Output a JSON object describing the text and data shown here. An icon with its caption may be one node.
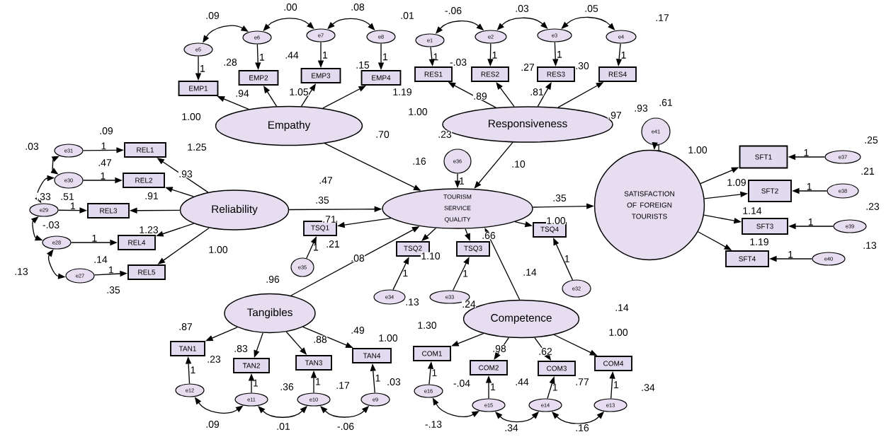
{
  "diagram": {
    "nodes": [
      {
        "text": [
          "Empathy"
        ],
        "beside": [
          ".70"
        ]
      },
      {
        "text": [
          "Responsiveness"
        ],
        "beside": [
          ".97"
        ]
      },
      {
        "text": [
          "Reliability"
        ],
        "beside": [
          ".47"
        ]
      },
      {
        "text": [
          "TOURISM SERVICE QUALITY"
        ]
      },
      {
        "text": [
          "Tangibles"
        ],
        "beside": [
          ".96"
        ]
      },
      {
        "text": [
          "Competence"
        ],
        "beside": [
          ".14"
        ]
      },
      {
        "text": [
          "SATISFACTION OF FOREIGN TOURISTS"
        ]
      },
      {
        "text": [
          "EMP1"
        ]
      },
      {
        "text": [
          "EMP2"
        ]
      },
      {
        "text": [
          "EMP3"
        ]
      },
      {
        "text": [
          "EMP4"
        ]
      },
      {
        "text": [
          "RES1"
        ]
      },
      {
        "text": [
          "RES2"
        ]
      },
      {
        "text": [
          "RES3"
        ]
      },
      {
        "text": [
          "RES4"
        ]
      },
      {
        "text": [
          "REL1"
        ]
      },
      {
        "text": [
          "REL2"
        ]
      },
      {
        "text": [
          "REL3"
        ]
      },
      {
        "text": [
          "REL4"
        ]
      },
      {
        "text": [
          "REL5"
        ]
      },
      {
        "text": [
          "TSQ1"
        ]
      },
      {
        "text": [
          "TSQ2"
        ]
      },
      {
        "text": [
          "TSQ3"
        ]
      },
      {
        "text": [
          "TSQ4"
        ]
      },
      {
        "text": [
          "TAN1"
        ]
      },
      {
        "text": [
          "TAN2"
        ]
      },
      {
        "text": [
          "TAN3"
        ]
      },
      {
        "text": [
          "TAN4"
        ]
      },
      {
        "text": [
          "COM1"
        ]
      },
      {
        "text": [
          "COM2"
        ]
      },
      {
        "text": [
          "COM3"
        ]
      },
      {
        "text": [
          "COM4"
        ]
      },
      {
        "text": [
          "SFT1"
        ]
      },
      {
        "text": [
          "SFT2"
        ]
      },
      {
        "text": [
          "SFT3"
        ]
      },
      {
        "text": [
          "SFT4"
        ]
      },
      {
        "text": [
          "e1"
        ]
      },
      {
        "text": [
          "e2"
        ]
      },
      {
        "text": [
          "e3"
        ]
      },
      {
        "text": [
          "e4"
        ],
        "beside": [
          ".17"
        ]
      },
      {
        "text": [
          "e5"
        ]
      },
      {
        "text": [
          "e6"
        ],
        "beside": [
          ".44"
        ]
      },
      {
        "text": [
          "e7"
        ]
      },
      {
        "text": [
          "e8"
        ],
        "beside": [
          ".01"
        ]
      },
      {
        "text": [
          "e31"
        ],
        "beside": [
          ".09"
        ]
      },
      {
        "text": [
          "e30"
        ],
        "beside": [
          ".47"
        ]
      },
      {
        "text": [
          "e29"
        ],
        "beside": [
          ".33"
        ]
      },
      {
        "text": [
          "e28"
        ],
        "beside": [
          "-.03"
        ]
      },
      {
        "text": [
          "e27"
        ],
        "beside": [
          ".14"
        ]
      },
      {
        "text": [
          "e35"
        ]
      },
      {
        "text": [
          "e36"
        ]
      },
      {
        "text": [
          "e34"
        ],
        "beside": [
          ".13"
        ]
      },
      {
        "text": [
          "e33"
        ],
        "beside": [
          ".24"
        ]
      },
      {
        "text": [
          "e32"
        ]
      },
      {
        "text": [
          "e41"
        ],
        "beside": [
          ".61"
        ]
      },
      {
        "text": [
          "e37"
        ],
        "beside": [
          ".25"
        ]
      },
      {
        "text": [
          "e38"
        ],
        "beside": [
          ".21"
        ]
      },
      {
        "text": [
          "e39"
        ],
        "beside": [
          ".23"
        ]
      },
      {
        "text": [
          "e40"
        ]
      },
      {
        "text": [
          "e12"
        ]
      },
      {
        "text": [
          "e11"
        ]
      },
      {
        "text": [
          "e10"
        ],
        "beside": [
          ".17"
        ]
      },
      {
        "text": [
          "e9"
        ],
        "beside": [
          ".03"
        ]
      },
      {
        "text": [
          "e16"
        ],
        "beside": [
          "-.04"
        ]
      },
      {
        "text": [
          "e15"
        ]
      },
      {
        "text": [
          "e14"
        ]
      },
      {
        "text": [
          "e13"
        ],
        "beside": [
          ".34"
        ]
      }
    ],
    "edges": [
      {
        "from": 0,
        "to": 3,
        "arrow": "to",
        "label": ".16"
      },
      {
        "from": 2,
        "to": 3,
        "arrow": "to",
        "label": ".35"
      },
      {
        "from": 1,
        "to": 3,
        "arrow": "to",
        "label": ".10"
      },
      {
        "from": 4,
        "to": 3,
        "arrow": "to",
        "label": ".08"
      },
      {
        "from": 5,
        "to": 3,
        "arrow": "to",
        "label": ".14"
      },
      {
        "from": 3,
        "to": 6,
        "arrow": "to",
        "label": ".35"
      },
      {
        "from": 0,
        "to": 7,
        "arrow": "to",
        "label": "1.00"
      },
      {
        "from": 0,
        "to": 8,
        "arrow": "to",
        "label": ".94"
      },
      {
        "from": 0,
        "to": 9,
        "arrow": "to",
        "label": "1.05"
      },
      {
        "from": 0,
        "to": 10,
        "arrow": "to",
        "label": "1.19"
      },
      {
        "from": 1,
        "to": 11,
        "arrow": "to",
        "label": "1.00"
      },
      {
        "from": 1,
        "to": 12,
        "arrow": "to",
        "label": ".89"
      },
      {
        "from": 1,
        "to": 13,
        "arrow": "to",
        "label": ".81"
      },
      {
        "from": 1,
        "to": 14,
        "arrow": "to",
        "label": ".93"
      },
      {
        "from": 2,
        "to": 15,
        "arrow": "to",
        "label": "1.25"
      },
      {
        "from": 2,
        "to": 16,
        "arrow": "to",
        "label": ".93"
      },
      {
        "from": 2,
        "to": 17,
        "arrow": "to",
        "label": ".91"
      },
      {
        "from": 2,
        "to": 18,
        "arrow": "to",
        "label": "1.23"
      },
      {
        "from": 2,
        "to": 19,
        "arrow": "to",
        "label": "1.00"
      },
      {
        "from": 3,
        "to": 20,
        "arrow": "to",
        "label": ".71"
      },
      {
        "from": 3,
        "to": 21,
        "arrow": "to",
        "label": "1.10"
      },
      {
        "from": 3,
        "to": 22,
        "arrow": "to",
        "label": ".66"
      },
      {
        "from": 3,
        "to": 23,
        "arrow": "to",
        "label": "1.00"
      },
      {
        "from": 4,
        "to": 24,
        "arrow": "to",
        "label": ".87"
      },
      {
        "from": 4,
        "to": 25,
        "arrow": "to",
        "label": ".83"
      },
      {
        "from": 4,
        "to": 26,
        "arrow": "to",
        "label": ".88"
      },
      {
        "from": 4,
        "to": 27,
        "arrow": "to",
        "label": "1.00"
      },
      {
        "from": 5,
        "to": 28,
        "arrow": "to",
        "label": "1.30"
      },
      {
        "from": 5,
        "to": 29,
        "arrow": "to",
        "label": ".98"
      },
      {
        "from": 5,
        "to": 30,
        "arrow": "to",
        "label": ".62"
      },
      {
        "from": 5,
        "to": 31,
        "arrow": "to",
        "label": "1.00"
      },
      {
        "from": 6,
        "to": 32,
        "arrow": "to",
        "label": "1.00"
      },
      {
        "from": 6,
        "to": 33,
        "arrow": "to",
        "label": "1.09"
      },
      {
        "from": 6,
        "to": 34,
        "arrow": "to",
        "label": "1.14"
      },
      {
        "from": 6,
        "to": 35,
        "arrow": "to",
        "label": "1.19"
      },
      {
        "from": 36,
        "to": 11,
        "arrow": "to",
        "label": "1"
      },
      {
        "from": 37,
        "to": 12,
        "arrow": "to",
        "label": "1"
      },
      {
        "from": 38,
        "to": 13,
        "arrow": "to",
        "label": "1"
      },
      {
        "from": 39,
        "to": 14,
        "arrow": "to",
        "label": "1"
      },
      {
        "from": 40,
        "to": 7,
        "arrow": "to",
        "label": "1"
      },
      {
        "from": 41,
        "to": 8,
        "arrow": "to",
        "label": "1"
      },
      {
        "from": 42,
        "to": 9,
        "arrow": "to",
        "label": "1"
      },
      {
        "from": 43,
        "to": 10,
        "arrow": "to",
        "label": "1"
      },
      {
        "from": 44,
        "to": 15,
        "arrow": "to",
        "label": "1"
      },
      {
        "from": 45,
        "to": 16,
        "arrow": "to",
        "label": "1"
      },
      {
        "from": 46,
        "to": 17,
        "arrow": "to",
        "label": "1"
      },
      {
        "from": 47,
        "to": 18,
        "arrow": "to",
        "label": "1"
      },
      {
        "from": 48,
        "to": 19,
        "arrow": "to",
        "label": "1"
      },
      {
        "from": 49,
        "to": 20,
        "arrow": "to",
        "label": "1"
      },
      {
        "from": 51,
        "to": 21,
        "arrow": "to",
        "label": "1"
      },
      {
        "from": 52,
        "to": 22,
        "arrow": "to",
        "label": "1"
      },
      {
        "from": 53,
        "to": 23,
        "arrow": "to",
        "label": "1"
      },
      {
        "from": 50,
        "to": 3,
        "arrow": "to",
        "label": "1"
      },
      {
        "from": 54,
        "to": 6,
        "arrow": "to",
        "label": "1"
      },
      {
        "from": 55,
        "to": 32,
        "arrow": "to",
        "label": "1"
      },
      {
        "from": 56,
        "to": 33,
        "arrow": "to",
        "label": "1"
      },
      {
        "from": 57,
        "to": 34,
        "arrow": "to",
        "label": "1"
      },
      {
        "from": 58,
        "to": 35,
        "arrow": "to",
        "label": "1"
      },
      {
        "from": 59,
        "to": 24,
        "arrow": "to",
        "label": "1"
      },
      {
        "from": 60,
        "to": 25,
        "arrow": "to",
        "label": "1"
      },
      {
        "from": 61,
        "to": 26,
        "arrow": "to",
        "label": "1"
      },
      {
        "from": 62,
        "to": 27,
        "arrow": "to",
        "label": "1"
      },
      {
        "from": 63,
        "to": 28,
        "arrow": "to",
        "label": "1"
      },
      {
        "from": 64,
        "to": 29,
        "arrow": "to",
        "label": "1"
      },
      {
        "from": 65,
        "to": 30,
        "arrow": "to",
        "label": "1"
      },
      {
        "from": 66,
        "to": 31,
        "arrow": "to",
        "label": "1"
      },
      {
        "from": 40,
        "to": 41,
        "arrow": "both",
        "label": ".09"
      },
      {
        "from": 41,
        "to": 42,
        "arrow": "both",
        "label": ".00"
      },
      {
        "from": 42,
        "to": 43,
        "arrow": "both",
        "label": ".08"
      },
      {
        "from": 36,
        "to": 37,
        "arrow": "both",
        "label": "-.06"
      },
      {
        "from": 37,
        "to": 38,
        "arrow": "both",
        "label": ".03"
      },
      {
        "from": 38,
        "to": 39,
        "arrow": "both",
        "label": ".05"
      },
      {
        "from": 44,
        "to": 45,
        "arrow": "both",
        "label": ".03"
      },
      {
        "from": 45,
        "to": 46,
        "arrow": "both",
        "label": ".51"
      },
      {
        "from": 46,
        "to": 47,
        "arrow": "both"
      },
      {
        "from": 47,
        "to": 48,
        "arrow": "both",
        "label": ".13"
      },
      {
        "from": 59,
        "to": 60,
        "arrow": "both",
        "label": ".09"
      },
      {
        "from": 60,
        "to": 61,
        "arrow": "both",
        "label": ".01"
      },
      {
        "from": 61,
        "to": 62,
        "arrow": "both",
        "label": "-.06"
      },
      {
        "from": 63,
        "to": 64,
        "arrow": "both",
        "label": "-.13"
      },
      {
        "from": 64,
        "to": 65,
        "arrow": "both",
        "label": ".34"
      },
      {
        "from": 65,
        "to": 66,
        "arrow": "both",
        "label": ".16"
      }
    ],
    "labels": [
      ".28",
      ".15",
      "-.03",
      ".27",
      ".30",
      ".23",
      ".21",
      ".13",
      ".35",
      ".49",
      ".23",
      ".36",
      ".44",
      ".77"
    ]
  }
}
